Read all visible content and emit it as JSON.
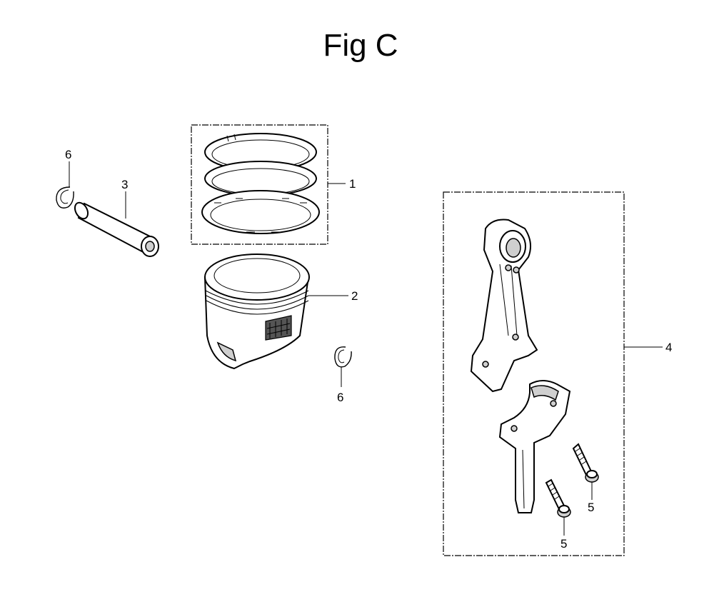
{
  "title": "Fig C",
  "callouts": {
    "piston_rings": "1",
    "piston": "2",
    "piston_pin": "3",
    "connecting_rod": "4",
    "bolt_a": "5",
    "bolt_b": "5",
    "clip_left": "6",
    "clip_right": "6"
  }
}
